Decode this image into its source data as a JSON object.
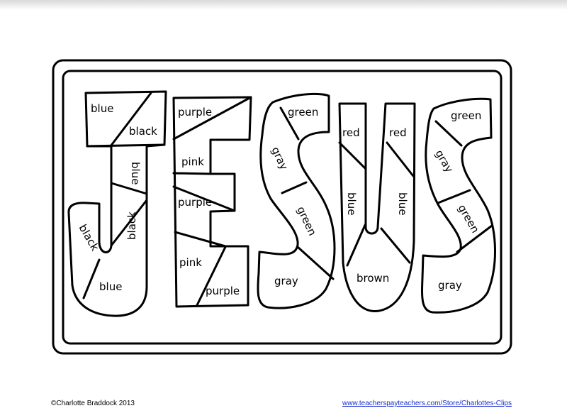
{
  "labels": {
    "j_blue_top": "blue",
    "j_black_top": "black",
    "j_blue_mid": "blue",
    "j_black_mid": "black",
    "j_black_hook": "black",
    "j_blue_bottom": "blue",
    "e_purple_top": "purple",
    "e_pink_mid": "pink",
    "e_purple_mid": "purple",
    "e_pink_bottom": "pink",
    "e_purple_bottom": "purple",
    "s1_green_top": "green",
    "s1_gray_mid": "gray",
    "s1_green_mid": "green",
    "s1_gray_bottom": "gray",
    "u_red_left": "red",
    "u_red_right": "red",
    "u_blue_left": "blue",
    "u_blue_right": "blue",
    "u_brown_bottom": "brown",
    "s2_green_top": "green",
    "s2_gray_mid": "gray",
    "s2_green_mid": "green",
    "s2_gray_bottom": "gray"
  },
  "footer": {
    "copyright": "©Charlotte Braddock 2013",
    "link": "www.teacherspayteachers.com/Store/Charlottes-Clips"
  }
}
